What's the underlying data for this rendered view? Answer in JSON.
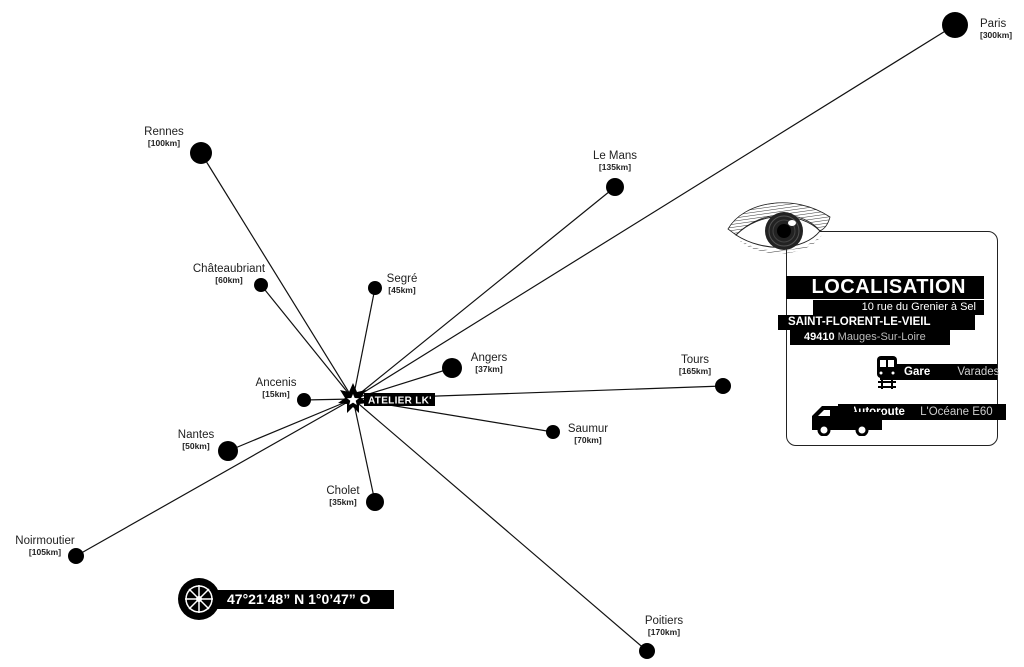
{
  "map": {
    "origin": {
      "label": "ATELIER LK'",
      "icon": "star-icon"
    },
    "cities": [
      {
        "name": "Paris",
        "distance": "[300km]"
      },
      {
        "name": "Rennes",
        "distance": "[100km]"
      },
      {
        "name": "Le Mans",
        "distance": "[135km]"
      },
      {
        "name": "Châteaubriant",
        "distance": "[60km]"
      },
      {
        "name": "Segré",
        "distance": "[45km]"
      },
      {
        "name": "Angers",
        "distance": "[37km]"
      },
      {
        "name": "Ancenis",
        "distance": "[15km]"
      },
      {
        "name": "Tours",
        "distance": "[165km]"
      },
      {
        "name": "Saumur",
        "distance": "[70km]"
      },
      {
        "name": "Nantes",
        "distance": "[50km]"
      },
      {
        "name": "Cholet",
        "distance": "[35km]"
      },
      {
        "name": "Noirmoutier",
        "distance": "[105km]"
      },
      {
        "name": "Poitiers",
        "distance": "[170km]"
      }
    ]
  },
  "localisation": {
    "title": "LOCALISATION",
    "street": "10 rue du Grenier à Sel",
    "town": "SAINT-FLORENT-LE-VIEIL",
    "postcode": "49410",
    "commune": "Mauges-Sur-Loire",
    "train": {
      "label": "Gare",
      "value": "Varades",
      "icon": "train-icon"
    },
    "road": {
      "label": "Autoroute",
      "value": "L'Océane E60",
      "icon": "van-icon"
    },
    "decor_icon": "eye-icon"
  },
  "coordinates": {
    "text": "47°21’48” N 1°0’47” O",
    "icon": "compass-rose-icon"
  }
}
